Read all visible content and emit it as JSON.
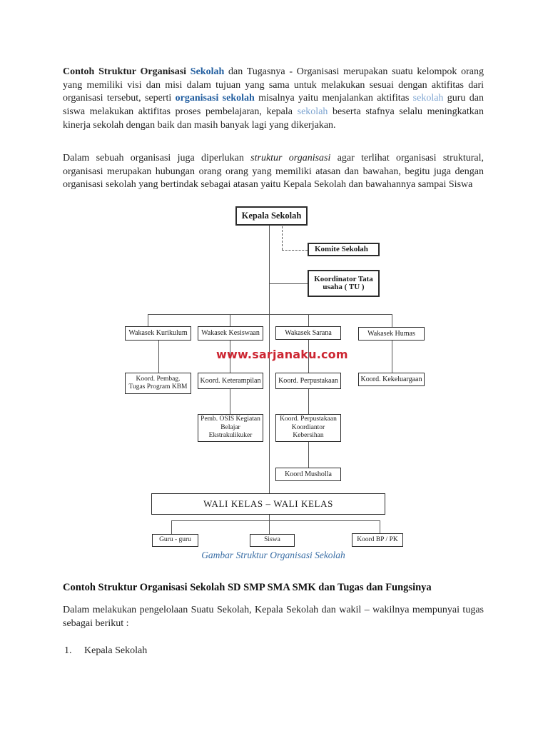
{
  "intro": {
    "bold_lead": "Contoh Struktur Organisasi ",
    "link_sekolah": "Sekolah",
    "text_a": " dan Tugasnya - Organisasi merupakan suatu kelompok orang yang memiliki visi dan misi dalam tujuan yang sama untuk melakukan sesuai dengan aktifitas dari organisasi tersebut, seperti ",
    "link_organisasi_sekolah": "organisasi sekolah",
    "text_b": " misalnya yaitu menjalankan aktifitas ",
    "link_sekolah2": "sekolah",
    "text_c": " guru dan siswa melakukan aktifitas proses pembelajaran, kepala ",
    "link_sekolah3": "sekolah",
    "text_d": " beserta stafnya selalu meningkatkan kinerja sekolah dengan baik dan masih banyak lagi yang dikerjakan."
  },
  "para2": {
    "text_a": "Dalam sebuah organisasi juga diperlukan ",
    "italic_phrase": "struktur organisasi",
    "text_b": "  agar terlihat organisasi struktural, organisasi merupakan hubungan orang orang yang memiliki atasan dan bawahan, begitu juga dengan organisasi sekolah yang bertindak sebagai atasan yaitu Kepala Sekolah dan bawahannya sampai Siswa"
  },
  "org_chart": {
    "watermark": "www.sarjanaku.com",
    "caption": "Gambar Struktur Organisasi Sekolah",
    "nodes": {
      "kepala_sekolah": "Kepala Sekolah",
      "komite_sekolah": "Komite Sekolah",
      "tata_usaha": "Koordinator Tata usaha ( TU )",
      "wakasek_kurikulum": "Wakasek Kurikulum",
      "wakasek_kesiswaan": "Wakasek Kesiswaan",
      "wakasek_sarana": "Wakasek Sarana",
      "wakasek_humas": "Wakasek Humas",
      "koord_pembag_tugas": "Koord. Pembag. Tugas Program KBM",
      "koord_keterampilan": "Koord. Keterampilan",
      "koord_perpustakaan": "Koord. Perpustakaan",
      "koord_kekeluargaan": "Koord. Kekeluargaan",
      "pemb_osis": "Pemb. OSIS Kegiatan Belajar Ekstrakulikuker",
      "koord_perpustakaan_kebersihan": "Koord. Perpustakaan Koordiantor Kebersihan",
      "koord_musholla": "Koord Musholla",
      "wali_kelas": "WALI KELAS – WALI KELAS",
      "guru_guru": "Guru - guru",
      "siswa": "Siswa",
      "koord_bp": "Koord BP / PK"
    }
  },
  "section2": {
    "heading": "Contoh Struktur Organisasi Sekolah SD SMP SMA SMK dan Tugas dan Fungsinya",
    "para": "Dalam melakukan pengelolaan Suatu Sekolah, Kepala Sekolah dan wakil – wakilnya mempunyai tugas sebagai berikut :",
    "list_item_number": "1.",
    "list_item_text": "Kepala Sekolah"
  },
  "colors": {
    "link_bold": "#1f5c9e",
    "link_light": "#7ba3d0",
    "caption_blue": "#3a6ea5",
    "watermark_red": "#cc2531"
  }
}
